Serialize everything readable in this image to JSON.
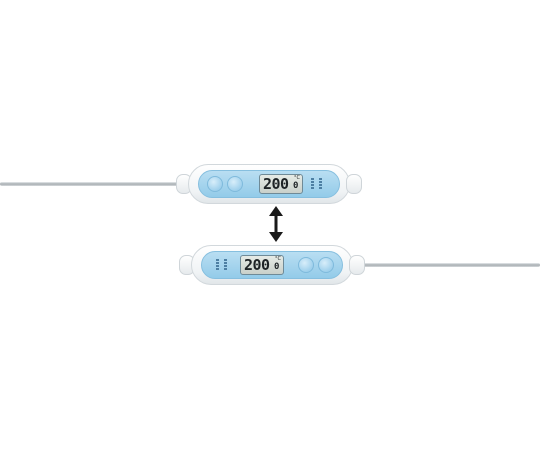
{
  "scene": {
    "background": "#ffffff",
    "body_color": "#f2f5f7",
    "panel_color": "#a9d6ef",
    "probe_color": "#a7adb1"
  },
  "thermometers": [
    {
      "reading": "200",
      "reading_decimal": "0",
      "unit": "°C",
      "probe_direction": "left"
    },
    {
      "reading": "200",
      "reading_decimal": "0",
      "unit": "°C",
      "probe_direction": "right"
    }
  ],
  "arrow": {
    "icon": "double-arrow-vertical-icon"
  }
}
